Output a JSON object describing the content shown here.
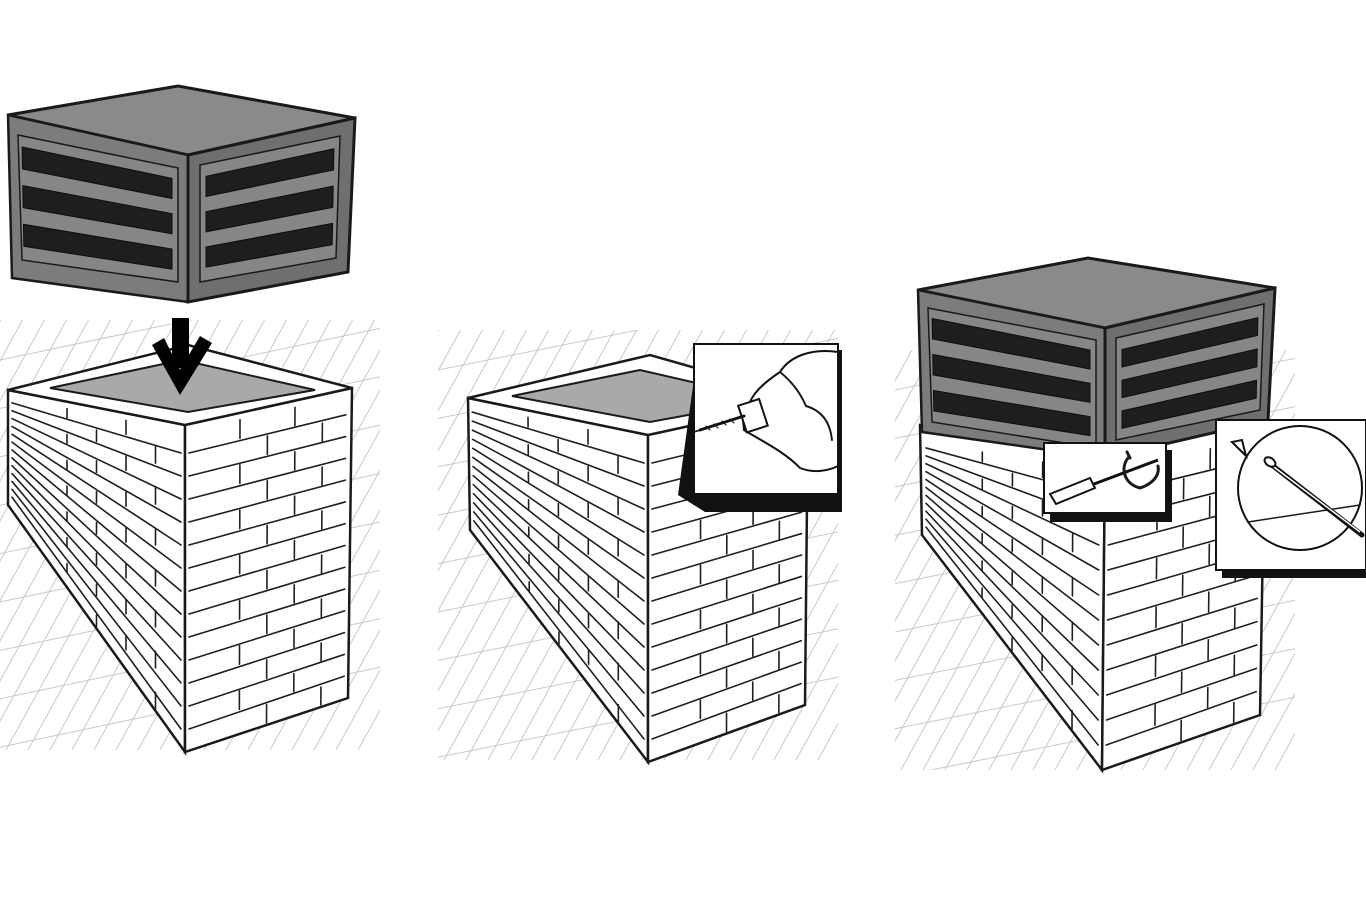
{
  "steps": [
    {
      "id": "step-1",
      "action": "place-cap",
      "icon": "down-arrow-icon"
    },
    {
      "id": "step-2",
      "action": "drill-holes",
      "icon": "drill-icon"
    },
    {
      "id": "step-3",
      "action": "fasten-screws",
      "icon": "screwdriver-icon"
    }
  ],
  "colors": {
    "cap_top": "#8a8a8a",
    "cap_side": "#6f6f6f",
    "louver": "#1e1e1e",
    "brick_line": "#1f1f1f",
    "roof_hatch": "#c9c9c9",
    "background": "#ffffff"
  }
}
